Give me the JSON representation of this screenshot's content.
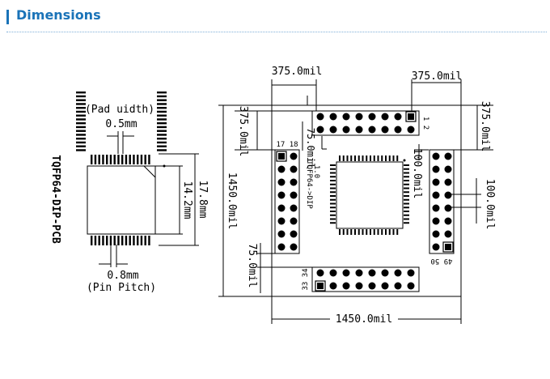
{
  "header": {
    "title": "Dimensions"
  },
  "chip": {
    "pad_width_label": "(Pad uidth)",
    "pad_width_value": "0.5mm",
    "pitch_value": "0.8mm",
    "pitch_label": "(Pin Pitch)",
    "body_outer": "17.8mm",
    "body_inner": "14.2mm",
    "model": "TQFP64-DIP-PCB"
  },
  "board": {
    "dim_top_left": "375.0mil",
    "dim_top_right": "375.0mil",
    "dim_left_vertical": "375.0mil",
    "dim_right_vertical": "375.0mil",
    "dim_height": "1450.0mil",
    "dim_width": "1450.0mil",
    "dim_offset_small": "75.0mil",
    "dim_offset_bottom": "75.0mil",
    "dim_pitch_1": "100.0mil",
    "dim_pitch_2": "100.0mil",
    "pin_1_2": "1 2",
    "pin_17_18": "17 18",
    "pin_33_34": "33 34",
    "pin_49_50": "49 50",
    "pin1_note": "1.0",
    "model_silk": "TQFP64->DIP"
  }
}
